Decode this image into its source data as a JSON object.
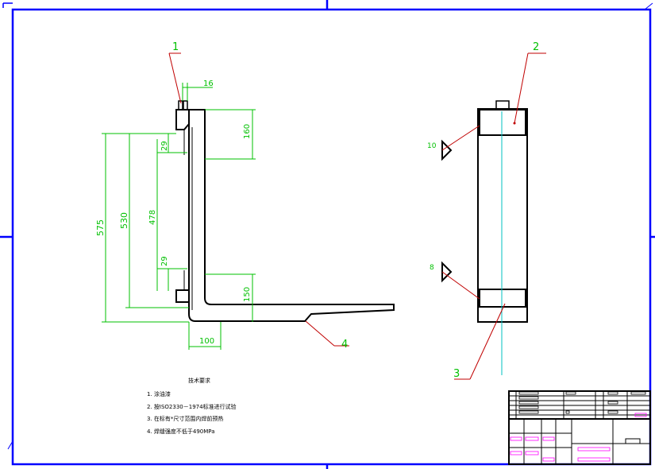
{
  "drawing": {
    "colors": {
      "border": "#0000ff",
      "outline": "#000000",
      "dimension": "#00c000",
      "leader": "#c00000",
      "centerline": "#00c0c0",
      "titleblock_accent": "#ff00ff"
    },
    "part_labels": [
      "1",
      "2",
      "3",
      "4"
    ],
    "dimensions": {
      "d16": "16",
      "d160_top": "160",
      "d29_top": "29",
      "d575": "575",
      "d530": "530",
      "d478": "478",
      "d29_bottom": "29",
      "d150": "150",
      "d100": "100"
    },
    "weld_symbols": [
      "10",
      "8"
    ],
    "notes": {
      "title": "技术要求",
      "items": [
        "1. 涂油漆",
        "2. 按ISO2330－1974标准进行试验",
        "3. 在标有*尺寸范围内焊前预热",
        "4. 焊缝强度不低于490MPa"
      ]
    }
  }
}
